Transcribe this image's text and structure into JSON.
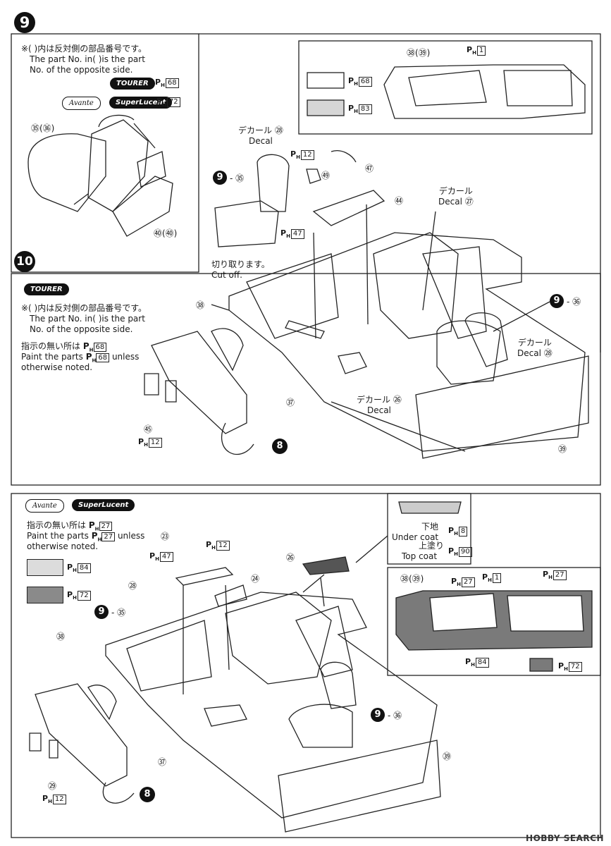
{
  "step9": {
    "number": "9",
    "note_jp": "※(  )内は反対側の部品番号です。",
    "note_en_1": "The part No. in(  )is the part",
    "note_en_2": "No. of the opposite side.",
    "tourer_badge": "TOURER",
    "tourer_paint": "68",
    "avante_badge": "Avante",
    "superlucent_badge": "SuperLucent",
    "avante_paint": "72",
    "parts": {
      "p35_36": "㉟(㊱)",
      "p40": "㊵(㊵)"
    }
  },
  "step9_detail": {
    "swatch1_paint": "68",
    "swatch2_paint": "83",
    "door_parts": "㊳(㊴)",
    "door_paint": "1",
    "decal_28_jp": "デカール",
    "decal_28_en": "Decal",
    "decal_28_num": "㉘",
    "ref_9_35": "- ㉟",
    "paint_12": "12",
    "paint_47": "47",
    "part_49": "㊾",
    "part_47": "㊼",
    "part_44": "㊹",
    "decal_27_jp": "デカール",
    "decal_27_en": "Decal",
    "decal_27_num": "㉗",
    "cut_jp": "切り取ります。",
    "cut_en": "Cut off."
  },
  "step10": {
    "number": "10",
    "tourer_badge": "TOURER",
    "note_jp": "※(  )内は反対側の部品番号です。",
    "note_en_1": "The part No. in(  )is the part",
    "note_en_2": "No. of the opposite side.",
    "paint_jp": "指示の無い所は",
    "paint_en_1": "Paint the parts",
    "paint_en_2": "unless",
    "paint_en_3": "otherwise noted.",
    "paint_code": "68",
    "part_38": "㊳",
    "ref_9_36": "- ㊱",
    "decal_28_jp": "デカール",
    "decal_28_en": "Decal",
    "decal_28_num": "㉘",
    "part_37": "㊲",
    "decal_26_jp": "デカール",
    "decal_26_en": "Decal",
    "decal_26_num": "㉖",
    "part_39": "㊴",
    "part_45": "㊺",
    "paint_45": "12",
    "step8": "8"
  },
  "step_bottom": {
    "avante_badge": "Avante",
    "superlucent_badge": "SuperLucent",
    "paint_jp": "指示の無い所は",
    "paint_code": "27",
    "paint_en_1": "Paint the parts",
    "paint_en_2": "unless",
    "paint_en_3": "otherwise noted.",
    "swatch1_paint": "84",
    "swatch2_paint": "72",
    "part_23": "㉓",
    "paint_47": "47",
    "paint_12": "12",
    "part_28": "㉘",
    "part_24": "㉔",
    "part_26": "㉖",
    "ref_9_35": "- ㉟",
    "part_38": "㊳",
    "ref_9_36": "- ㊱",
    "part_37": "㊲",
    "part_39": "㊴",
    "part_29": "㉙",
    "paint_29": "12",
    "step8": "8",
    "undercoat_jp": "下地",
    "undercoat_en": "Under coat",
    "undercoat_paint": "8",
    "topcoat_jp": "上塗り",
    "topcoat_en": "Top coat",
    "topcoat_paint": "90",
    "door_parts": "㊳(㊴)",
    "door_paint_a": "27",
    "door_paint_b": "1",
    "door_paint_c": "27",
    "door_paint_d": "84",
    "door_swatch_paint": "72"
  },
  "watermark": "HOBBY SEARCH"
}
